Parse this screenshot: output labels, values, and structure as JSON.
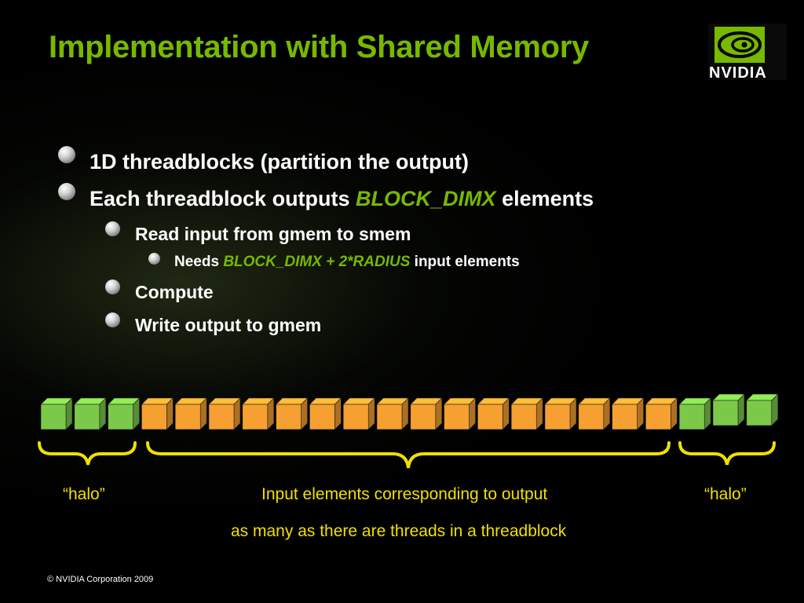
{
  "slide": {
    "title": "Implementation with Shared Memory",
    "logo_text": "NVIDIA",
    "footer": "© NVIDIA Corporation 2009"
  },
  "bullets": {
    "b1": "1D threadblocks (partition the output)",
    "b2_pre": "Each threadblock outputs ",
    "b2_accent": "BLOCK_DIMX",
    "b2_post": " elements",
    "b3": "Read input from gmem to smem",
    "b4_pre": "Needs ",
    "b4_accent": "BLOCK_DIMX + 2*RADIUS",
    "b4_post": " input elements",
    "b5": "Compute",
    "b6": "Write output to gmem"
  },
  "diagram": {
    "left_halo_count": 3,
    "output_count": 16,
    "right_halo_count": 3,
    "halo_color": "#7cc94a",
    "output_color": "#f5a030",
    "brace_color": "#f0e000",
    "label_left_halo": "“halo”",
    "label_output_line1": "Input elements corresponding to output",
    "label_output_line2": "as many as there are threads in a threadblock",
    "label_right_halo": "“halo”"
  },
  "colors": {
    "accent": "#76b900",
    "text": "#ffffff",
    "background": "#000000"
  }
}
